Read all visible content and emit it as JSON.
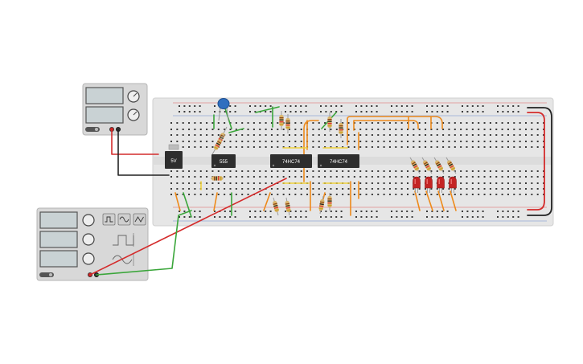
{
  "colors": {
    "canvas": "#ffffff",
    "breadboard": "#e6e6e6",
    "hole": "#3a3a3a",
    "rail_red": "#e06060",
    "rail_blue": "#6a8ad0",
    "chip": "#2e2e2e",
    "wire_red": "#d42b2b",
    "wire_black": "#222222",
    "wire_green": "#3aa63a",
    "wire_orange": "#ee8a1a",
    "wire_yellow": "#f0d23a",
    "led": "#c42424",
    "capacitor": "#2f6fbf",
    "instrument_body": "#d8d8d8",
    "instrument_screen": "#c9d2d4"
  },
  "components": {
    "regulator": {
      "label": "5V"
    },
    "timer": {
      "label": "555"
    },
    "flipflop_a": {
      "label": "74HC74"
    },
    "flipflop_b": {
      "label": "74HC74"
    }
  },
  "icons": {
    "function_generator_buttons": [
      "square-wave-icon",
      "sine-wave-icon",
      "triangle-wave-icon"
    ],
    "oscilloscope_traces": [
      "square-trace-icon",
      "sine-trace-icon"
    ]
  }
}
